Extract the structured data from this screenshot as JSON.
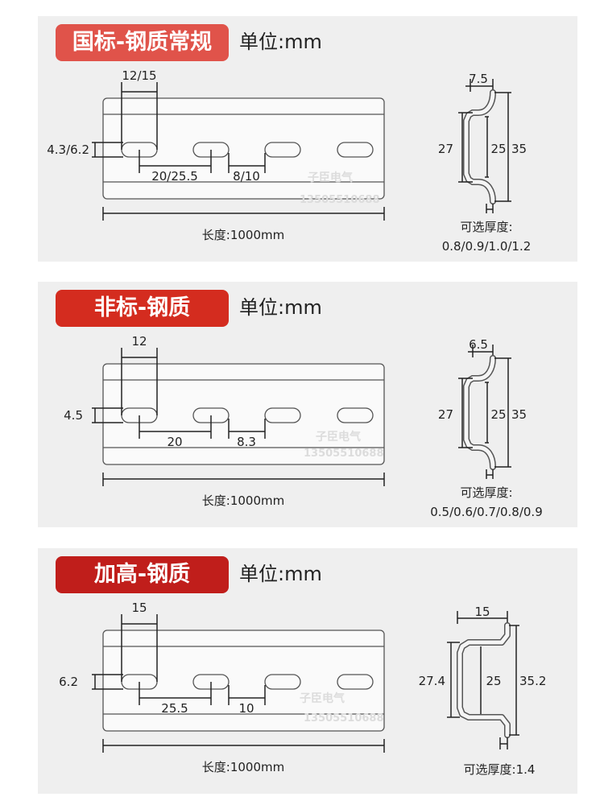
{
  "colors": {
    "badge_1": "#e0534a",
    "badge_2": "#d42c1f",
    "badge_3": "#c01e1b",
    "panel_bg": "#efefef"
  },
  "sections": [
    {
      "title": "国标-钢质常规",
      "unit": "单位:mm",
      "dims": {
        "hole_width": "12/15",
        "hole_height": "4.3/6.2",
        "pitch": "20/25.5",
        "gap": "8/10",
        "length": "长度:1000mm"
      },
      "profile": {
        "top_width": "7.5",
        "inner_height": "27",
        "mid_height": "25",
        "total_height": "35"
      },
      "thickness_label": "可选厚度:",
      "thickness_values": "0.8/0.9/1.0/1.2",
      "watermark_name": "子臣电气",
      "watermark_phone": "13505510688"
    },
    {
      "title": "非标-钢质",
      "unit": "单位:mm",
      "dims": {
        "hole_width": "12",
        "hole_height": "4.5",
        "pitch": "20",
        "gap": "8.3",
        "length": "长度:1000mm"
      },
      "profile": {
        "top_width": "6.5",
        "inner_height": "27",
        "mid_height": "25",
        "total_height": "35"
      },
      "thickness_label": "可选厚度:",
      "thickness_values": "0.5/0.6/0.7/0.8/0.9",
      "watermark_name": "子臣电气",
      "watermark_phone": "13505510688"
    },
    {
      "title": "加高-钢质",
      "unit": "单位:mm",
      "dims": {
        "hole_width": "15",
        "hole_height": "6.2",
        "pitch": "25.5",
        "gap": "10",
        "length": "长度:1000mm"
      },
      "profile": {
        "top_width": "15",
        "inner_height": "27.4",
        "mid_height": "25",
        "total_height": "35.2"
      },
      "thickness_label": "可选厚度:1.4",
      "watermark_name": "子臣电气",
      "watermark_phone": "13505510688"
    }
  ]
}
